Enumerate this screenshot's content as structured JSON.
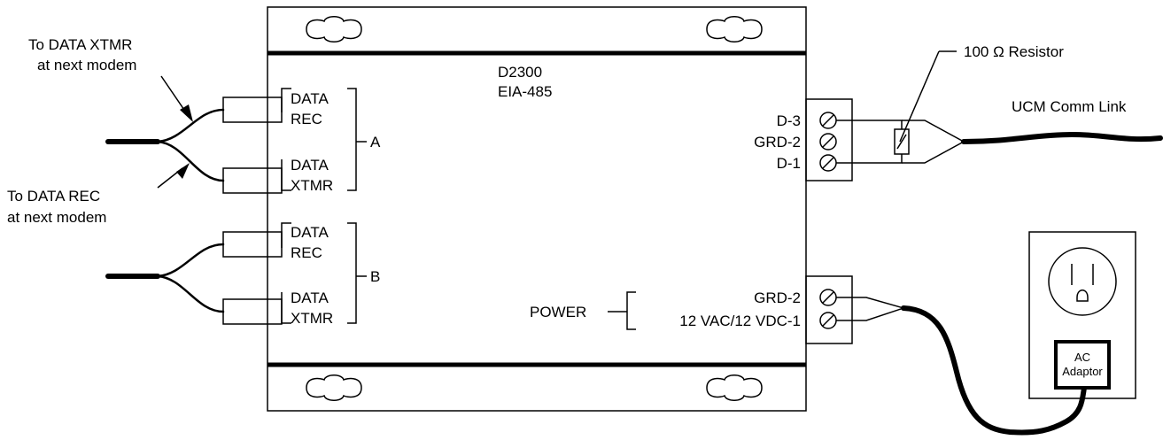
{
  "device": {
    "model": "D2300",
    "standard": "EIA-485"
  },
  "port_a": {
    "wire_1": [
      "DATA",
      "REC"
    ],
    "wire_2": [
      "DATA",
      "XTMR"
    ],
    "label": "A"
  },
  "port_b": {
    "wire_1": [
      "DATA",
      "REC"
    ],
    "wire_2": [
      "DATA",
      "XTMR"
    ],
    "label": "B"
  },
  "annotations": {
    "to_xtmr": [
      "To DATA XTMR",
      "at next modem"
    ],
    "to_rec": [
      "To DATA REC",
      "at next modem"
    ]
  },
  "comm_terminals": [
    "D-3",
    "GRD-2",
    "D-1"
  ],
  "resistor": "100 Ω Resistor",
  "comm_link": "UCM Comm Link",
  "power": {
    "label": "POWER",
    "terminals": [
      "GRD-2",
      "12 VAC/12 VDC-1"
    ]
  },
  "adapter": [
    "AC",
    "Adaptor"
  ]
}
